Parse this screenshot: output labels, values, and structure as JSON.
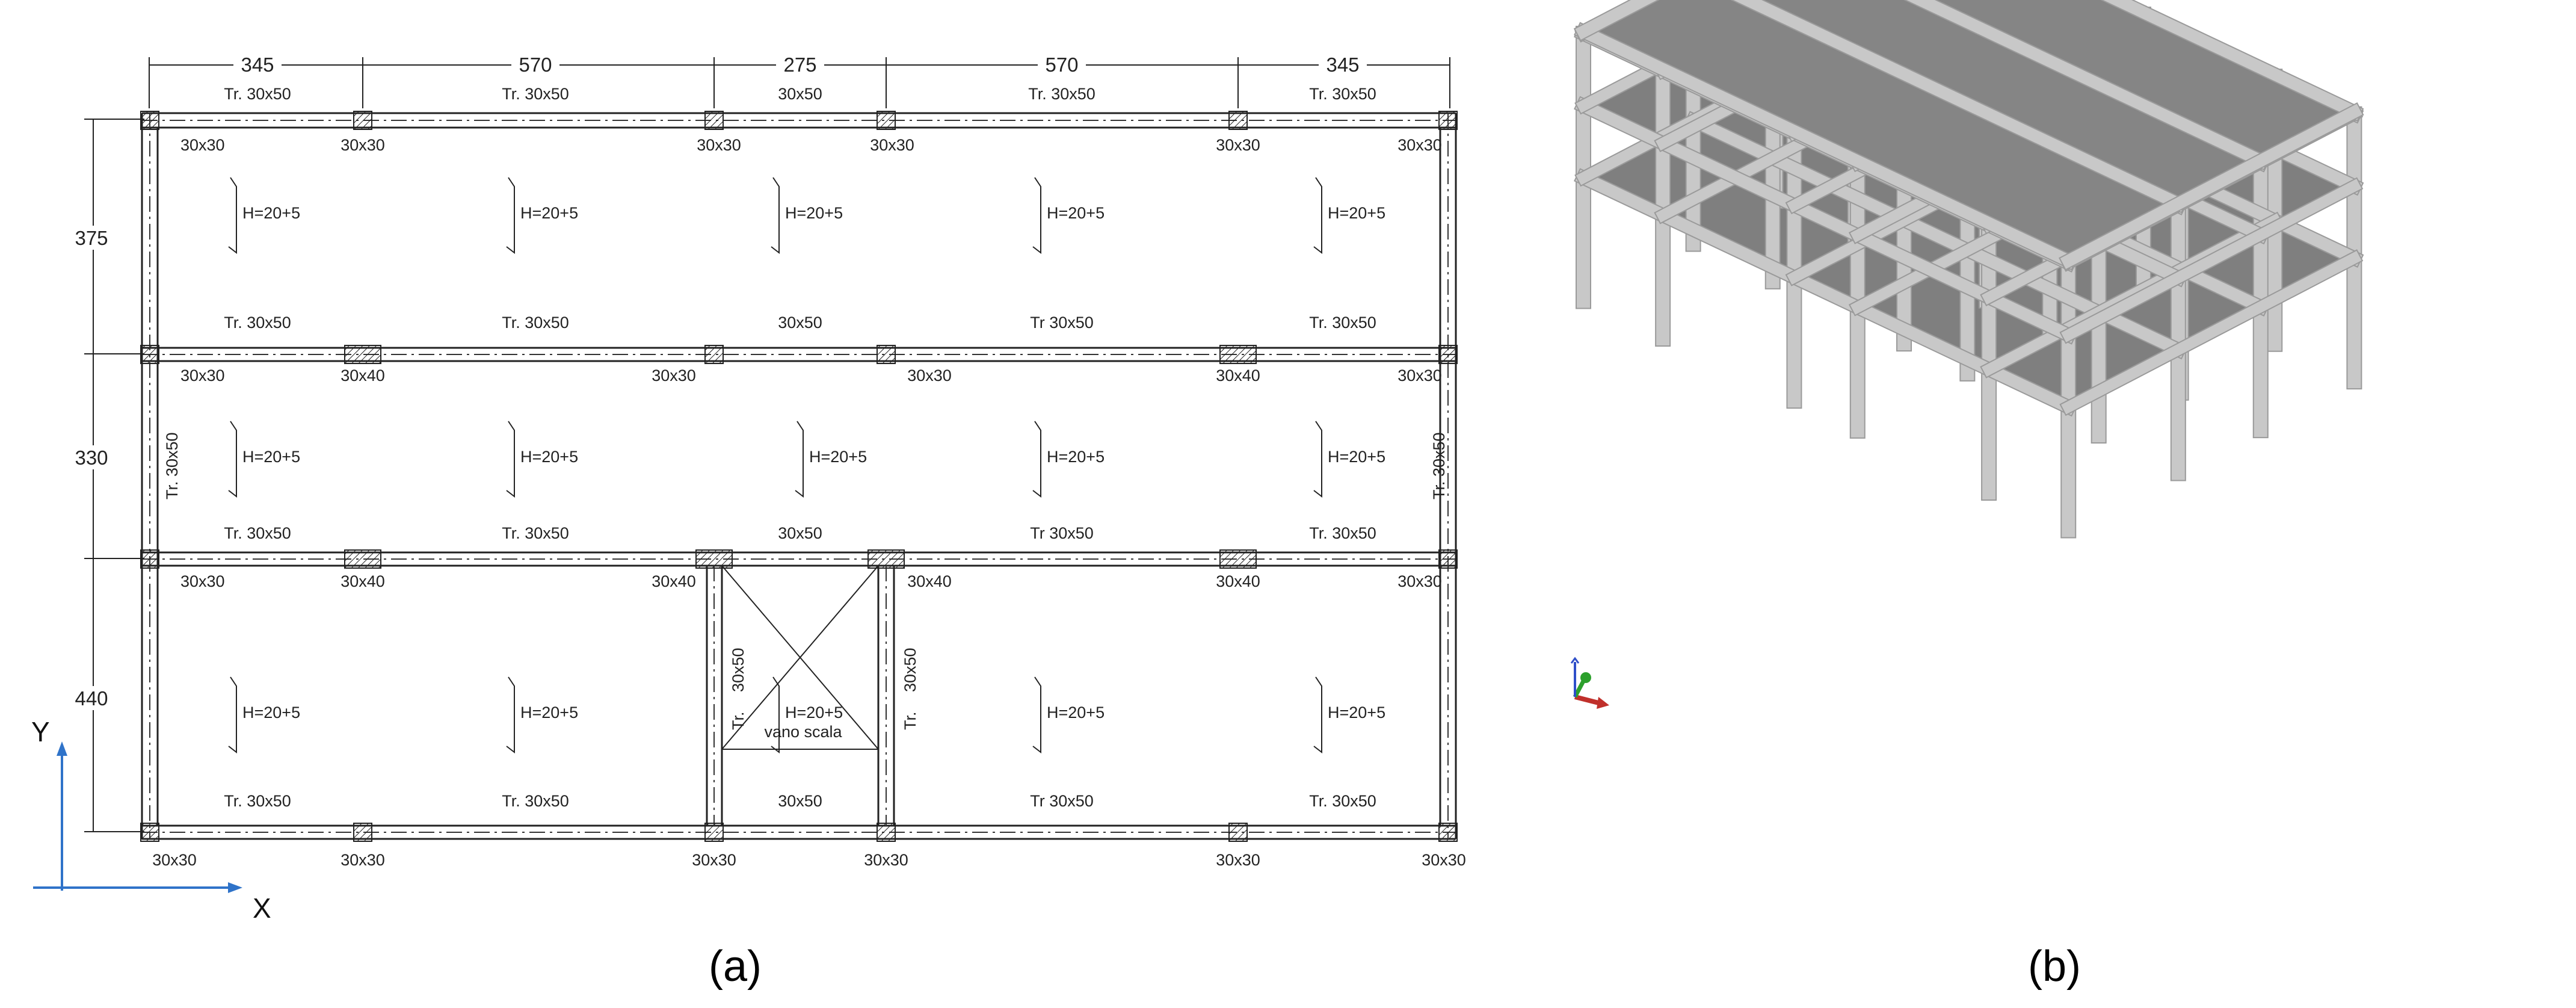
{
  "plan": {
    "dims_x": [
      "345",
      "570",
      "275",
      "570",
      "345"
    ],
    "dims_y": [
      "375",
      "330",
      "440"
    ],
    "beam_top_labels": {
      "row1": [
        "Tr.  30x50",
        "Tr.  30x50",
        "30x50",
        "Tr.  30x50",
        "Tr.  30x50"
      ],
      "row2": [
        "Tr.  30x50",
        "Tr.  30x50",
        "30x50",
        "Tr  30x50",
        "Tr.  30x50"
      ],
      "row3": [
        "Tr.  30x50",
        "Tr.  30x50",
        "30x50",
        "Tr  30x50",
        "Tr.  30x50"
      ],
      "row4": [
        "Tr.  30x50",
        "Tr.  30x50",
        "30x50",
        "Tr  30x50",
        "Tr.  30x50"
      ]
    },
    "columns": {
      "row1": [
        "30x30",
        "30x30",
        "30x30",
        "30x30",
        "30x30",
        "30x30"
      ],
      "row2": [
        "30x30",
        "30x40",
        "30x30",
        "30x30",
        "30x40",
        "30x30"
      ],
      "row3": [
        "30x30",
        "30x40",
        "30x40",
        "30x40",
        "30x40",
        "30x30"
      ],
      "row4": [
        "30x30",
        "30x30",
        "30x30",
        "30x30",
        "30x30",
        "30x30"
      ]
    },
    "slab_label": "H=20+5",
    "side_beam_label": "Tr.  30x50",
    "stair_beam_label": "30x50",
    "stair_tr": "Tr.",
    "stair_label": "vano  scala",
    "axis_x": "X",
    "axis_y": "Y"
  },
  "captions": {
    "a": "(a)",
    "b": "(b)"
  },
  "colors": {
    "axis_blue": "#2f73c9",
    "slab_gray": "#7f7f7f",
    "frame_gray": "#c8c8c8"
  }
}
